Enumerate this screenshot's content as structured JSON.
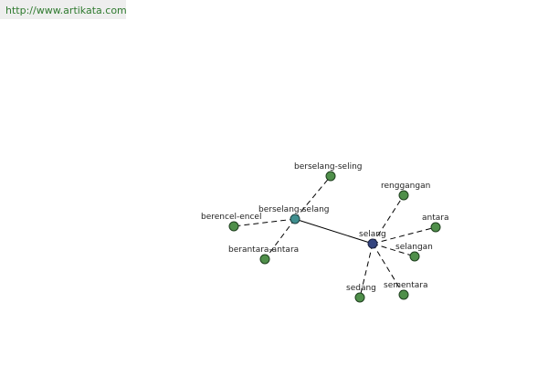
{
  "site": {
    "url": "http://www.artikata.com"
  },
  "graph": {
    "nodes": [
      {
        "id": "selang",
        "label": "selang",
        "kind": "hub2"
      },
      {
        "id": "berselang-selang",
        "label": "berselang-selang",
        "kind": "hub1"
      },
      {
        "id": "berselang-seling",
        "label": "berselang-seling",
        "kind": "leaf"
      },
      {
        "id": "berencel-encel",
        "label": "berencel-encel",
        "kind": "leaf"
      },
      {
        "id": "berantara-antara",
        "label": "berantara-antara",
        "kind": "leaf"
      },
      {
        "id": "renggangan",
        "label": "renggangan",
        "kind": "leaf"
      },
      {
        "id": "antara",
        "label": "antara",
        "kind": "leaf"
      },
      {
        "id": "selangan",
        "label": "selangan",
        "kind": "leaf"
      },
      {
        "id": "sementara",
        "label": "sementara",
        "kind": "leaf"
      },
      {
        "id": "sedang",
        "label": "sedang",
        "kind": "leaf"
      }
    ],
    "edges": [
      {
        "from": "berselang-selang",
        "to": "selang",
        "style": "solid"
      },
      {
        "from": "berselang-selang",
        "to": "berselang-seling",
        "style": "dashed"
      },
      {
        "from": "berselang-selang",
        "to": "berencel-encel",
        "style": "dashed"
      },
      {
        "from": "berselang-selang",
        "to": "berantara-antara",
        "style": "dashed"
      },
      {
        "from": "selang",
        "to": "renggangan",
        "style": "dashed"
      },
      {
        "from": "selang",
        "to": "antara",
        "style": "dashed"
      },
      {
        "from": "selang",
        "to": "selangan",
        "style": "dashed"
      },
      {
        "from": "selang",
        "to": "sementara",
        "style": "dashed"
      },
      {
        "from": "selang",
        "to": "sedang",
        "style": "dashed"
      }
    ]
  }
}
